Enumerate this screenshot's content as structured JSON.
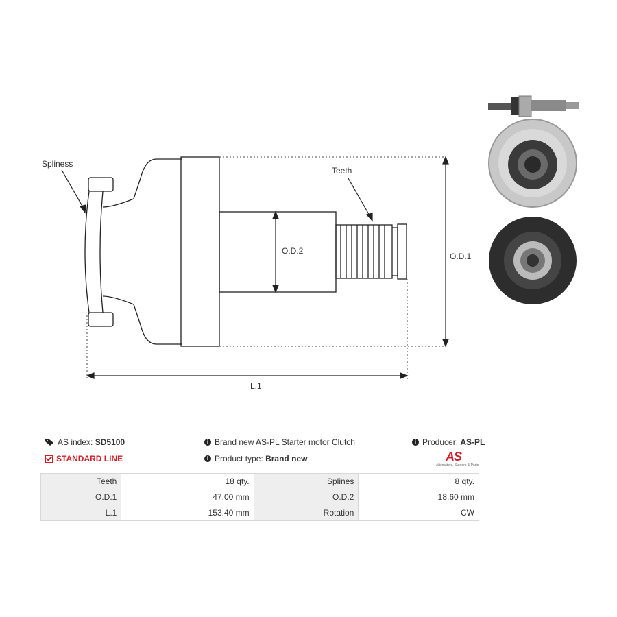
{
  "drawing": {
    "labels": {
      "spliness": "Spliness",
      "teeth": "Teeth",
      "od1": "O.D.1",
      "od2": "O.D.2",
      "l1": "L.1"
    }
  },
  "info": {
    "as_index_label": "AS index:",
    "as_index_value": "SD5100",
    "standard_line": "STANDARD LINE",
    "description": "Brand new AS-PL Starter motor Clutch",
    "product_type_label": "Product type:",
    "product_type_value": "Brand new",
    "producer_label": "Producer:",
    "producer_value": "AS-PL",
    "logo_text": "AS",
    "logo_tagline": "Alternators, Starters & Parts"
  },
  "specs": [
    {
      "label1": "Teeth",
      "value1": "18 qty.",
      "label2": "Splines",
      "value2": "8 qty."
    },
    {
      "label1": "O.D.1",
      "value1": "47.00 mm",
      "label2": "O.D.2",
      "value2": "18.60 mm"
    },
    {
      "label1": "L.1",
      "value1": "153.40 mm",
      "label2": "Rotation",
      "value2": "CW"
    }
  ],
  "colors": {
    "brand_red": "#d0202a",
    "table_label_bg": "#eeeeee",
    "table_border": "#d8d8d8"
  }
}
